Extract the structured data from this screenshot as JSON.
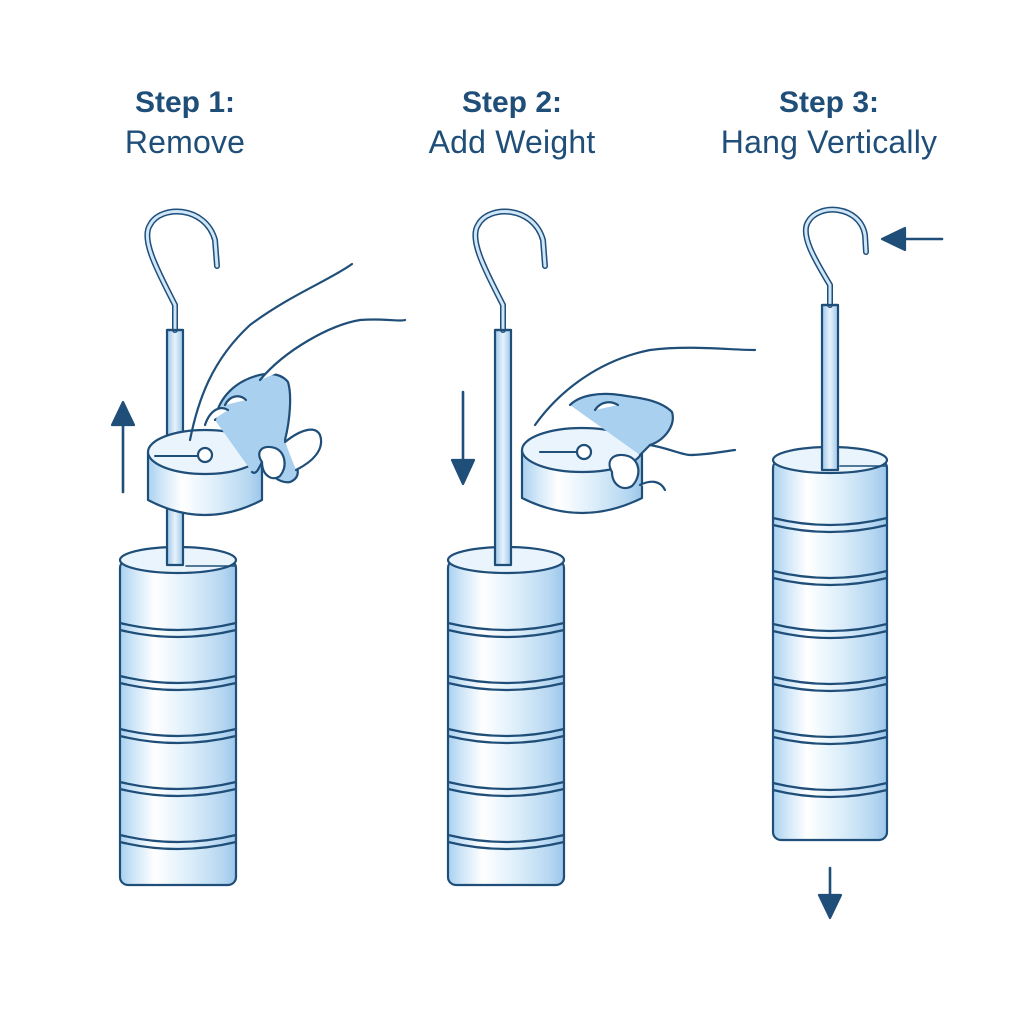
{
  "steps": [
    {
      "number": "Step 1:",
      "label": "Remove"
    },
    {
      "number": "Step 2:",
      "label": "Add Weight"
    },
    {
      "number": "Step 3:",
      "label": "Hang Vertically"
    }
  ],
  "colors": {
    "outline": "#1f4e79",
    "fill": "#dceefa",
    "highlight": "#ffffff",
    "shade": "#a9d0ef"
  },
  "icons": [
    "hook-icon",
    "hand-icon",
    "arrow-up-icon",
    "arrow-down-icon",
    "arrow-left-icon",
    "slotted-weight-icon"
  ]
}
